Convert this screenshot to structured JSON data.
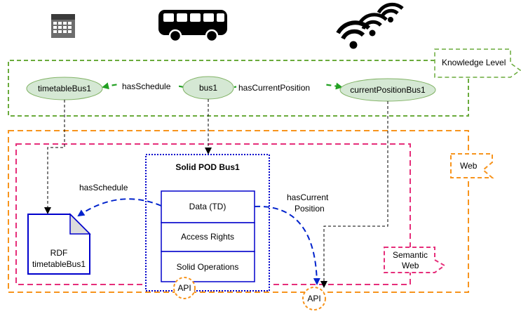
{
  "labels": {
    "knowledge_level": "Knowledge Level",
    "web": "Web",
    "semantic_web_line1": "Semantic",
    "semantic_web_line2": "Web"
  },
  "nodes": {
    "timetable": "timetableBus1",
    "bus": "bus1",
    "position": "currentPositionBus1"
  },
  "edges": {
    "has_schedule_top": "hasSchedule",
    "has_current_position_top": "hasCurrentPosition",
    "has_schedule_lower": "hasSchedule",
    "has_current_position_lower_line1": "hasCurrent",
    "has_current_position_lower_line2": "Position"
  },
  "pod": {
    "title": "Solid POD Bus1",
    "rows": [
      "Data (TD)",
      "Access Rights",
      "Solid Operations"
    ],
    "api": "API"
  },
  "document": {
    "line1": "RDF",
    "line2": "timetableBus1"
  },
  "external_api": "API",
  "icons": [
    "calendar-icon",
    "bus-icon",
    "wifi-icon"
  ],
  "colors": {
    "knowledge_green": "#6aab3c",
    "node_fill": "#d5e8d4",
    "node_stroke": "#82b366",
    "web_orange": "#f7941d",
    "semantic_pink": "#e62e7a",
    "pod_blue": "#0000cc",
    "arrow_green": "#22a022",
    "arrow_blue": "#0022cc"
  }
}
